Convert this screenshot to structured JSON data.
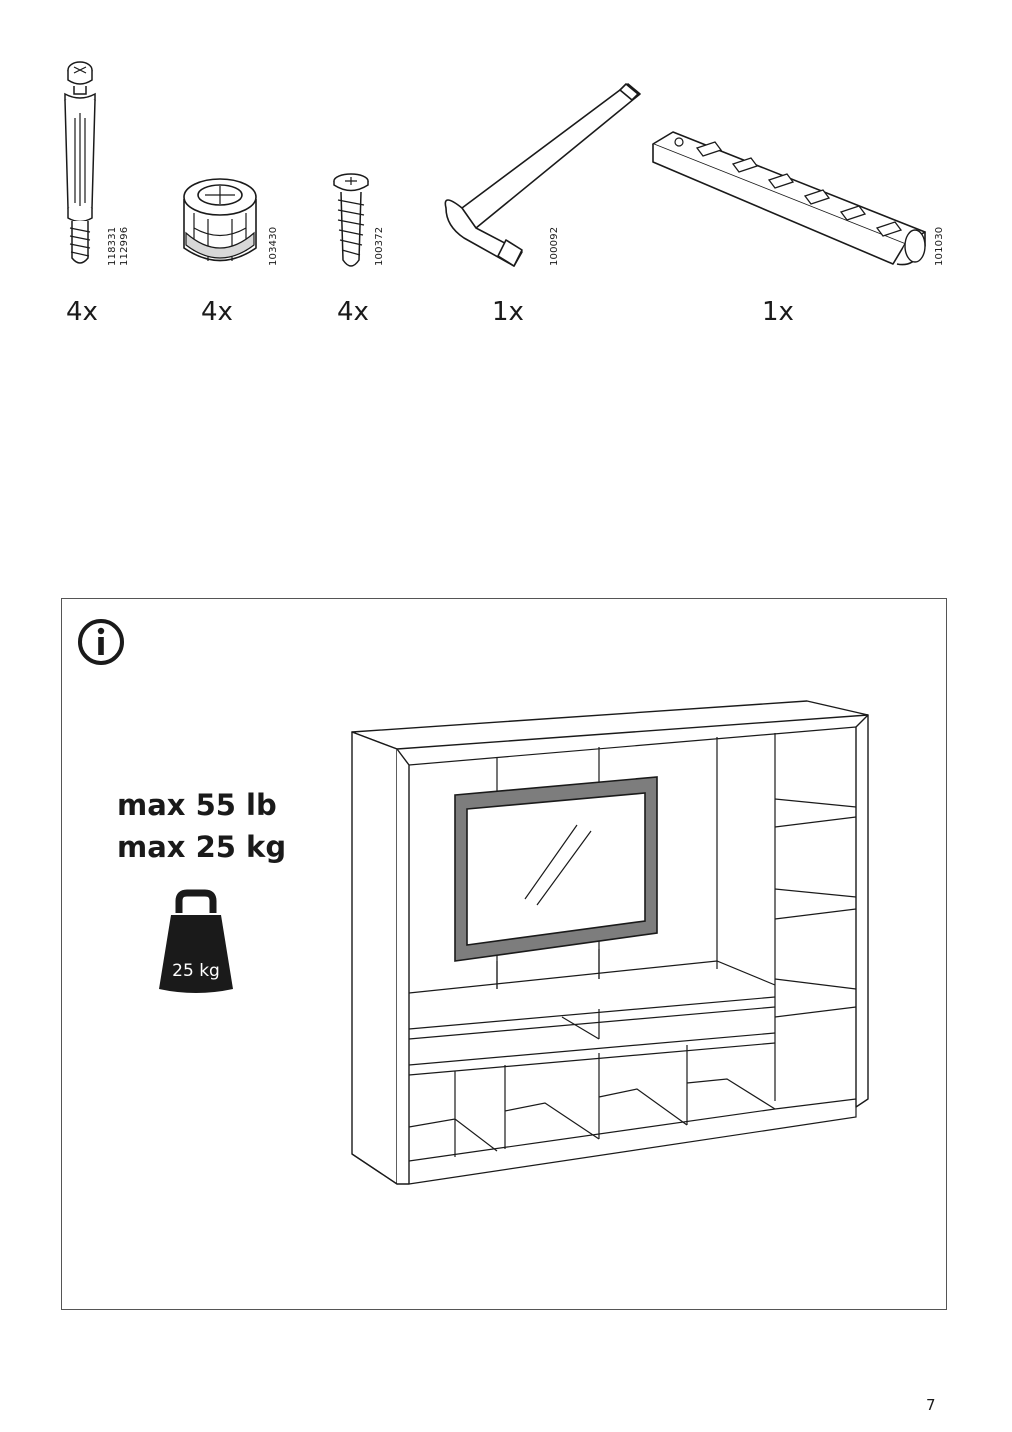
{
  "parts": [
    {
      "icon": "cam-dowel-icon",
      "quantity": "4x",
      "article_numbers": [
        "118331",
        "112996"
      ]
    },
    {
      "icon": "cam-lock-icon",
      "quantity": "4x",
      "article_numbers": [
        "103430"
      ]
    },
    {
      "icon": "screw-icon",
      "quantity": "4x",
      "article_numbers": [
        "100372"
      ]
    },
    {
      "icon": "allen-key-icon",
      "quantity": "1x",
      "article_numbers": [
        "100092"
      ]
    },
    {
      "icon": "cable-organizer-icon",
      "quantity": "1x",
      "article_numbers": [
        "101030"
      ]
    }
  ],
  "info": {
    "icon": "info-icon",
    "max_lb": "max 55 lb",
    "max_kg": "max 25 kg",
    "weight_label": "25 kg",
    "illustration": "tv-storage-unit-illustration"
  },
  "page_number": "7"
}
